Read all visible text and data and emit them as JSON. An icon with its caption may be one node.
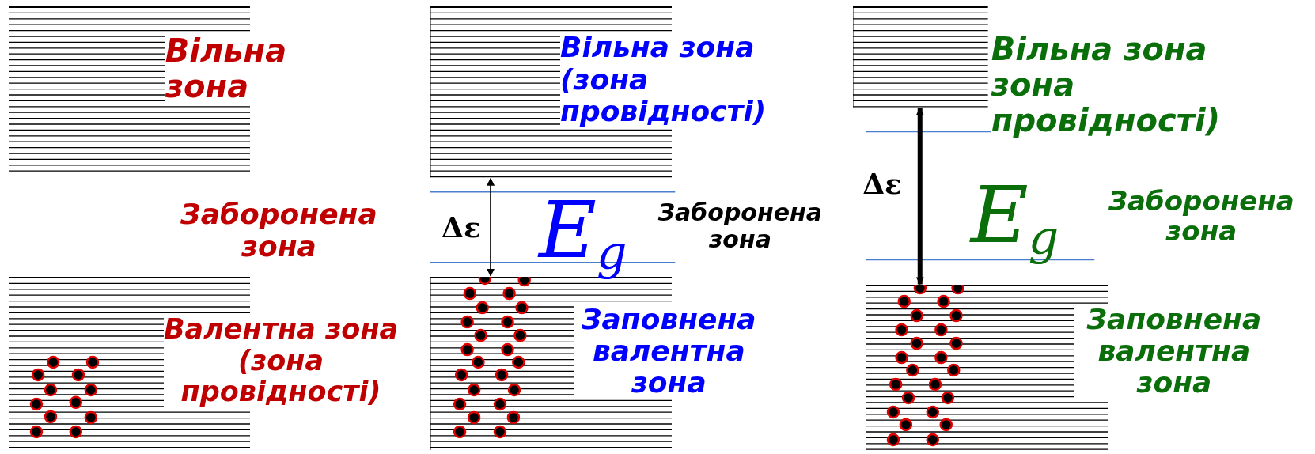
{
  "diagram": {
    "nodes": [
      {
        "text": [
          "Вільна зона"
        ]
      },
      {
        "text": [
          "Валентна зона (зона провідності)"
        ]
      },
      {
        "text": [
          "Вільна зона (зона провідності)"
        ]
      },
      {
        "text": [
          "Заповнена валентна зона"
        ]
      },
      {
        "text": [
          "Вільна зона зона провідності)"
        ]
      },
      {
        "text": [
          "Заповнена валентна зона"
        ]
      }
    ],
    "edges": [
      {
        "from": 2,
        "to": 3,
        "arrow": "both"
      },
      {
        "from": 4,
        "to": 5,
        "arrow": "both",
        "style": "thick"
      }
    ],
    "labels": [
      "Заборонена зона",
      "Δε",
      "E$_{g}$",
      "Заборонена зона",
      "Δε",
      "E$_{g}$",
      "Заборонена зона"
    ]
  }
}
